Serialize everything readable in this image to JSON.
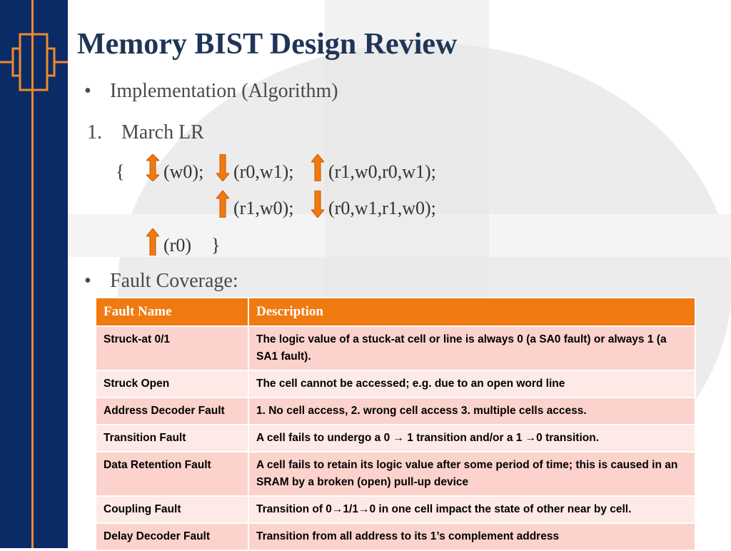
{
  "slide": {
    "title": "Memory BIST Design Review",
    "bullet1": "Implementation (Algorithm)",
    "item_number": "1.",
    "item_text": "March LR",
    "alg": {
      "open_brace": "{",
      "e1": "(w0);",
      "e2": "(r0,w1);",
      "e3": "(r1,w0,r0,w1);",
      "e4": "(r1,w0);",
      "e5": "(r0,w1,r1,w0);",
      "e6": "(r0)",
      "close_brace": "}"
    },
    "bullet2": "Fault Coverage:",
    "bullet_char": "•"
  },
  "table": {
    "headers": [
      "Fault Name",
      "Description"
    ],
    "rows": [
      {
        "name": "Struck-at 0/1",
        "desc": "The logic value of a stuck-at cell or line is always 0 (a SA0 fault) or always 1 (a SA1 fault)."
      },
      {
        "name": "Struck Open",
        "desc": "The cell cannot be accessed; e.g. due to an open word line"
      },
      {
        "name": "Address Decoder Fault",
        "desc": "1. No cell access,  2. wrong cell access 3. multiple cells access."
      },
      {
        "name": "Transition Fault",
        "desc": "A cell fails to undergo a 0 → 1 transition and/or a 1 →0 transition."
      },
      {
        "name": "Data Retention Fault",
        "desc": "A cell fails to retain its logic value after some period of time; this is caused in an SRAM by a broken (open) pull-up device"
      },
      {
        "name": "Coupling Fault",
        "desc": "Transition of 0→1/1→0 in one cell impact the state of other near by cell."
      },
      {
        "name": "Delay Decoder Fault",
        "desc": "Transition from all address to its 1’s complement address"
      }
    ]
  },
  "colors": {
    "sidebar": "#0b2b66",
    "accent_orange": "#f07a10",
    "title": "#1f3558",
    "row_dark": "#fbd3cc",
    "row_light": "#fde9e5"
  },
  "icons": [
    "up-down-arrow-icon",
    "down-arrow-icon",
    "up-arrow-icon"
  ]
}
